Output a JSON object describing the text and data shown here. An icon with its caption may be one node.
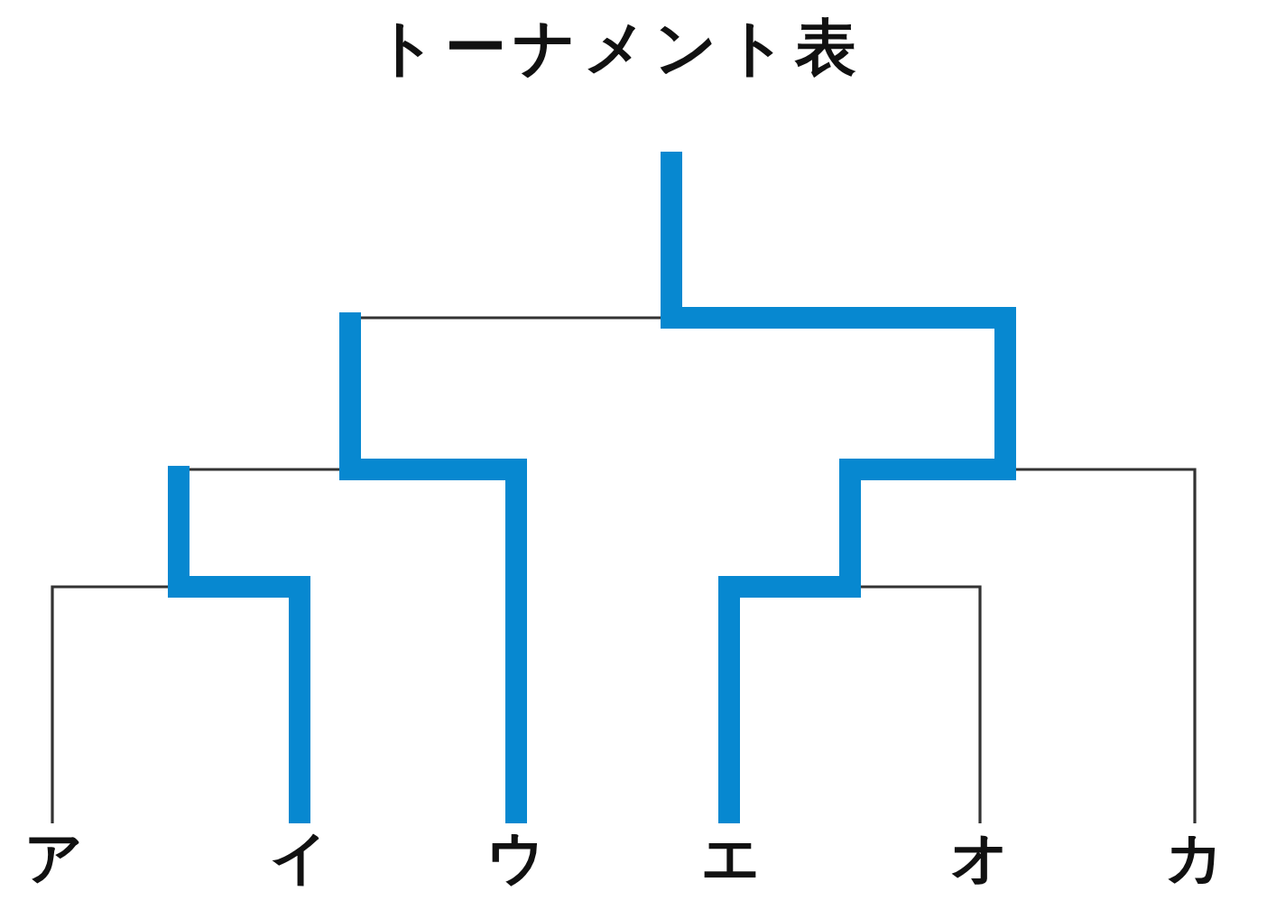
{
  "diagram": {
    "title": "トーナメント表",
    "nodes": [
      {
        "text": [
          "ア"
        ]
      },
      {
        "text": [
          "イ"
        ]
      },
      {
        "text": [
          "ウ"
        ]
      },
      {
        "text": [
          "エ"
        ]
      },
      {
        "text": [
          "オ"
        ]
      },
      {
        "text": [
          "カ"
        ]
      }
    ],
    "edges": [
      {
        "from": 0,
        "to": null,
        "arrow": "none"
      },
      {
        "from": 1,
        "to": null,
        "arrow": "none",
        "style": "thick",
        "color": "#0788d0"
      },
      {
        "from": 2,
        "to": null,
        "arrow": "none",
        "style": "thick",
        "color": "#0788d0"
      },
      {
        "from": 3,
        "to": null,
        "arrow": "none",
        "style": "thick",
        "color": "#0788d0"
      },
      {
        "from": 4,
        "to": null,
        "arrow": "none"
      },
      {
        "from": 5,
        "to": null,
        "arrow": "none"
      }
    ]
  }
}
